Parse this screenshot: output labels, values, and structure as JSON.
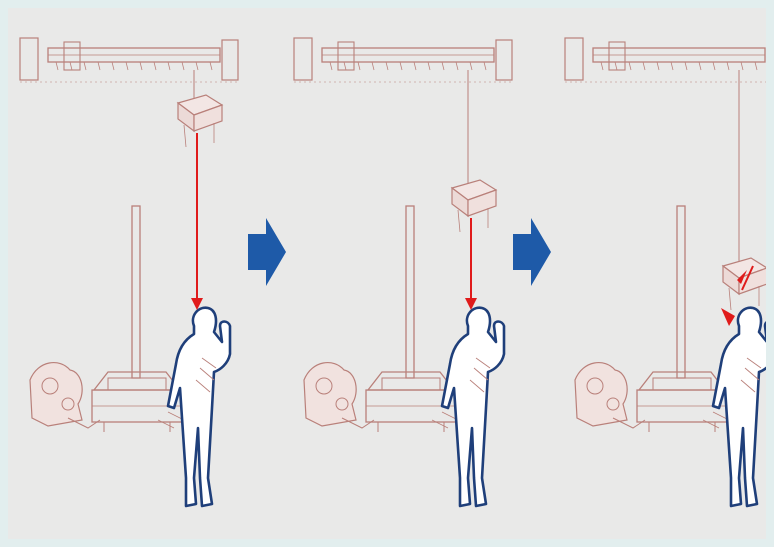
{
  "title": "",
  "panels": [
    {
      "step": 1,
      "load_position": "raised"
    },
    {
      "step": 2,
      "load_position": "lowering"
    },
    {
      "step": 3,
      "load_position": "at-head"
    }
  ],
  "colors": {
    "background": "#e9e9e8",
    "border": "#e2eeee",
    "sketch": "#b9807a",
    "figure_outline": "#1f3f7a",
    "figure_fill": "#ffffff",
    "arrow_red": "#e01b1b",
    "step_arrow": "#1e5aa8"
  },
  "icons": {
    "step_arrow": "step-arrow-icon",
    "person": "person-figure-icon",
    "crane": "overhead-crane-icon"
  }
}
